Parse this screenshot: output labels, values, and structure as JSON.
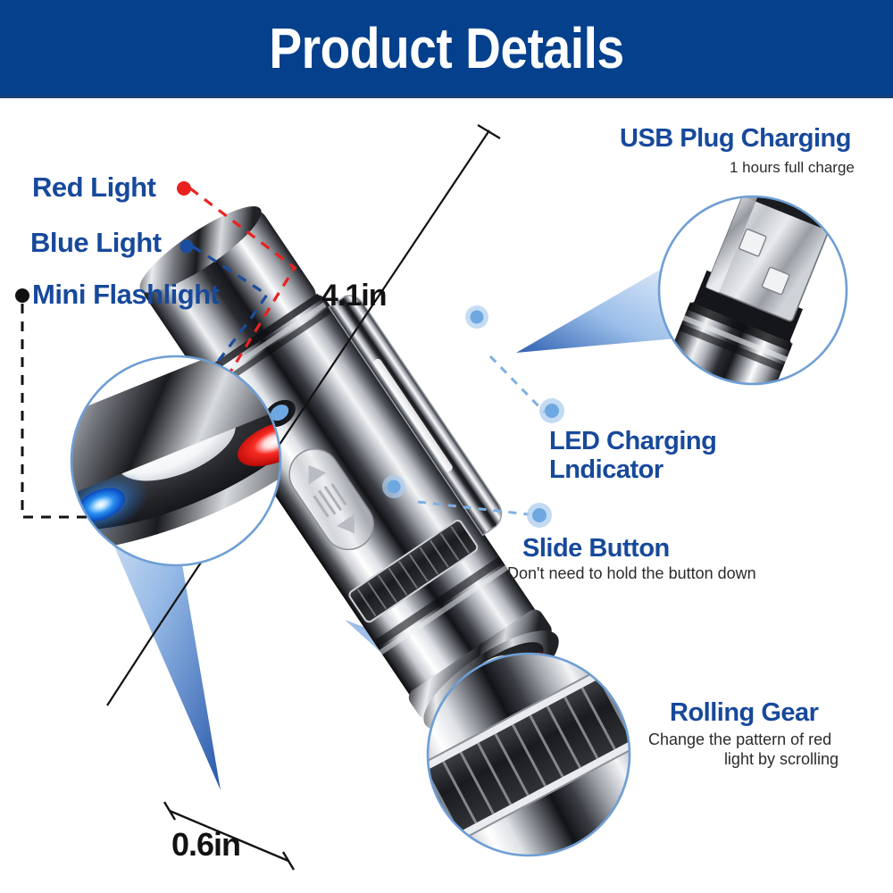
{
  "header": {
    "title": "Product Details",
    "background_color": "#04408c",
    "text_color": "#ffffff"
  },
  "colors": {
    "label_blue": "#17499b",
    "sub_text": "#2b2b2b",
    "dimension_text": "#121212",
    "red_marker": "#e8231f",
    "blue_marker": "#1b4d9e",
    "black_marker": "#111111",
    "callout_dot": "#6ea8e0",
    "circle_outline": "#6e9ed4",
    "cone_blue": "#2c63b4"
  },
  "left_callouts": [
    {
      "label": "Red Light",
      "marker": "red-dot",
      "marker_color": "#e8231f"
    },
    {
      "label": "Blue Light",
      "marker": "blue-dot",
      "marker_color": "#1b4d9e"
    },
    {
      "label": "Mini Flashlight",
      "marker": "black-dot",
      "marker_color": "#111111"
    }
  ],
  "right_callouts": [
    {
      "title": "USB Plug Charging",
      "subtitle": "1 hours full charge"
    },
    {
      "title_line_1": "LED Charging",
      "title_line_2": "Lndicator",
      "subtitle": ""
    },
    {
      "title": "Slide Button",
      "subtitle": "Don't need to hold the button down"
    },
    {
      "title": "Rolling Gear",
      "subtitle_line_1": "Change the pattern of red",
      "subtitle_line_2": "light by scrolling"
    }
  ],
  "dimensions": {
    "length": "4.1in",
    "diameter": "0.6in"
  },
  "magnifiers": [
    {
      "name": "flashlight-head-magnifier",
      "shows": "lens head with red LED, blue LED and white flashlight"
    },
    {
      "name": "usb-plug-magnifier",
      "shows": "USB-A plug extended from tail cap"
    },
    {
      "name": "rolling-gear-magnifier",
      "shows": "knurled scroll wheel on barrel"
    }
  ],
  "product": {
    "name": "mini flashlight pen",
    "body_finish": "chrome"
  }
}
